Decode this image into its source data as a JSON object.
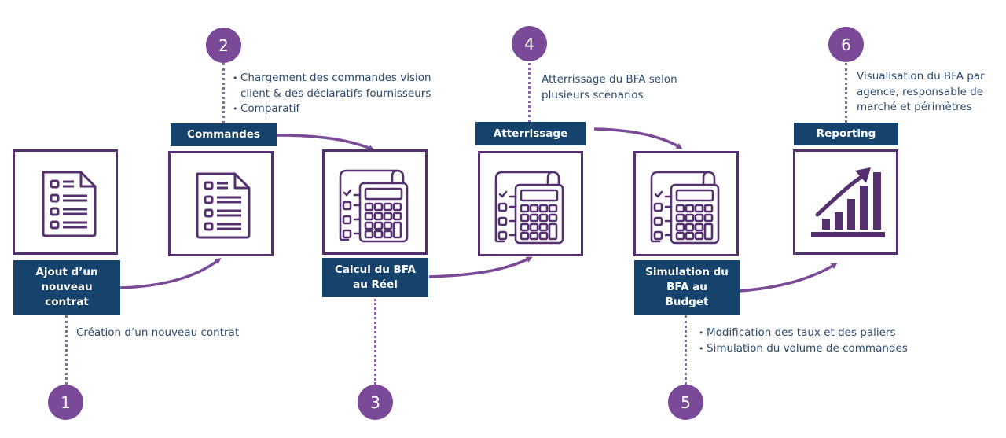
{
  "colors": {
    "box_border": "#55306f",
    "label_bg": "#15436b",
    "circle_bg": "#7a4a98",
    "arrow": "#7a4a98",
    "desc_text": "#2b4a6f"
  },
  "steps": [
    {
      "number": "1",
      "label": "Ajout d’un nouveau contrat",
      "icon": "document-checklist-icon",
      "description": [
        "Création d’un nouveau contrat"
      ],
      "bulleted": false
    },
    {
      "number": "2",
      "label": "Commandes",
      "icon": "document-checklist-icon",
      "description": [
        "Chargement des commandes vision client & des déclaratifs fournisseurs",
        "Comparatif"
      ],
      "bulleted": true,
      "description_lines": [
        "Chargement des commandes vision",
        "client & des déclaratifs fournisseurs"
      ]
    },
    {
      "number": "3",
      "label": "Calcul du BFA au Réel",
      "icon": "calculator-checklist-icon",
      "description": [],
      "bulleted": false
    },
    {
      "number": "4",
      "label": "Atterrissage",
      "icon": "calculator-checklist-icon",
      "description": [
        "Atterrissage du BFA selon plusieurs scénarios"
      ],
      "bulleted": false,
      "description_lines": [
        "Atterrissage du BFA selon",
        "plusieurs scénarios"
      ]
    },
    {
      "number": "5",
      "label": "Simulation du BFA au Budget",
      "icon": "calculator-checklist-icon",
      "description": [
        "Modification des taux et des paliers",
        "Simulation du volume de commandes"
      ],
      "bulleted": true
    },
    {
      "number": "6",
      "label": "Reporting",
      "icon": "growth-chart-icon",
      "description": [
        "Visualisation du BFA par agence, responsable de marché et périmètres"
      ],
      "bulleted": false,
      "description_lines": [
        "Visualisation du BFA par",
        "agence, responsable de",
        "marché et périmètres"
      ]
    }
  ],
  "label_lines": {
    "s1": [
      "Ajout d’un",
      "nouveau",
      "contrat"
    ],
    "s3": [
      "Calcul du BFA",
      "au Réel"
    ],
    "s5": [
      "Simulation du",
      "BFA au",
      "Budget"
    ]
  }
}
